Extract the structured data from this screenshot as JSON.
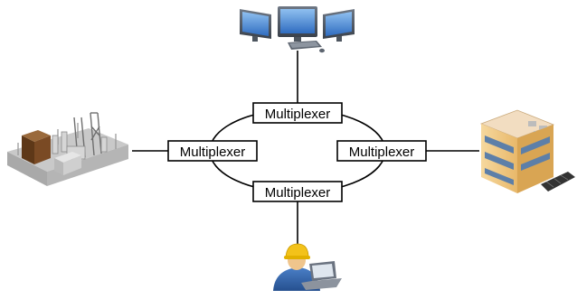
{
  "diagram": {
    "nodes": {
      "mux_top": {
        "label": "Multiplexer"
      },
      "mux_left": {
        "label": "Multiplexer"
      },
      "mux_right": {
        "label": "Multiplexer"
      },
      "mux_bottom": {
        "label": "Multiplexer"
      }
    },
    "icons": {
      "top": "workstation-monitors-icon",
      "left": "substation-icon",
      "right": "office-building-icon",
      "bottom": "engineer-laptop-icon"
    },
    "colors": {
      "line": "#000000",
      "box_fill": "#ffffff",
      "monitor_blue": "#3b74c4",
      "building_peach": "#f3cf8f",
      "roof_beige": "#f2ddc1",
      "transformer_brown": "#7a4a24"
    }
  }
}
